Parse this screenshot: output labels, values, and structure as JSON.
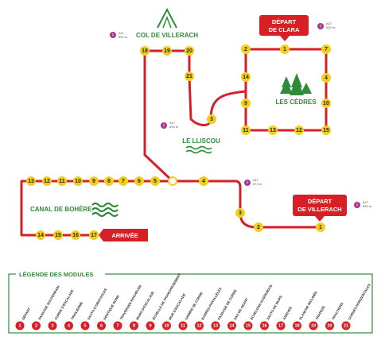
{
  "places": {
    "col": "COL DE VILLERACH",
    "lliscou": "LE LLISCOU",
    "cedres": "LES CÈDRES",
    "canal": "CANAL DE BOHÈRE"
  },
  "flags": {
    "clara_line1": "DÉPART",
    "clara_line2": "DE CLARA",
    "villerach_line1": "DÉPART",
    "villerach_line2": "DE VILLERACH",
    "arrivee": "ARRIVÉE"
  },
  "altitudes": {
    "col": "950 m",
    "clara": "520 m",
    "lliscou": "693 m",
    "junction": "673 m",
    "villerach": "653 m"
  },
  "legend": {
    "title": "LÉGENDE DES MODULES",
    "items": [
      {
        "n": "1",
        "label": "DÉPART"
      },
      {
        "n": "2",
        "label": "PASSAGE SOUTERRAIN"
      },
      {
        "n": "3",
        "label": "CORDE D'ESCALADE"
      },
      {
        "n": "4",
        "label": "TIROLIENNE"
      },
      {
        "n": "5",
        "label": "SAUTS D'OBSTACLES"
      },
      {
        "n": "6",
        "label": "PORTIQUE ROND"
      },
      {
        "n": "7",
        "label": "TRAVERSÉE ROCHEUSE"
      },
      {
        "n": "8",
        "label": "MURS D'ESCALADE"
      },
      {
        "n": "9",
        "label": "ÉCHELLE DE FRANCHISSEMENT"
      },
      {
        "n": "10",
        "label": "MUR D'ESCALADE"
      },
      {
        "n": "11",
        "label": "GRIMPE DE CORDE"
      },
      {
        "n": "12",
        "label": "BARRES PARALLÈLES"
      },
      {
        "n": "13",
        "label": "PASSAGE DE CORDE"
      },
      {
        "n": "14",
        "label": "PAS DE GÉANT"
      },
      {
        "n": "15",
        "label": "ÉCHELONS SUSPENDUS"
      },
      {
        "n": "16",
        "label": "SAUTS DE MURS"
      },
      {
        "n": "17",
        "label": "ARRIVÉE"
      },
      {
        "n": "18",
        "label": "PLANCHE INCLINÉE"
      },
      {
        "n": "19",
        "label": "TRAPÈZE"
      },
      {
        "n": "20",
        "label": "TRACTIONS"
      },
      {
        "n": "21",
        "label": "CORDES HORIZONTALES"
      }
    ]
  },
  "colors": {
    "route": "#d71f26",
    "marker": "#f2cf1b",
    "accent": "#2e8b3a",
    "pin": "#a6358f"
  }
}
